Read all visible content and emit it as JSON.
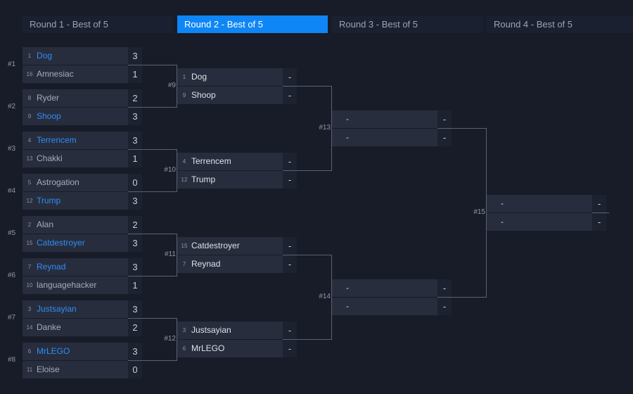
{
  "rounds": [
    {
      "label": "Round 1 - Best of 5",
      "active": false
    },
    {
      "label": "Round 2 - Best of 5",
      "active": true
    },
    {
      "label": "Round 3 - Best of 5",
      "active": false
    },
    {
      "label": "Round 4 - Best of 5",
      "active": false
    }
  ],
  "matches": [
    {
      "label": "#1",
      "round": 0,
      "slot": 0,
      "players": [
        {
          "seed": "1",
          "name": "Dog",
          "score": "3",
          "winner": true
        },
        {
          "seed": "16",
          "name": "Amnesiac",
          "score": "1",
          "winner": false
        }
      ]
    },
    {
      "label": "#2",
      "round": 0,
      "slot": 1,
      "players": [
        {
          "seed": "8",
          "name": "Ryder",
          "score": "2",
          "winner": false
        },
        {
          "seed": "9",
          "name": "Shoop",
          "score": "3",
          "winner": true
        }
      ]
    },
    {
      "label": "#3",
      "round": 0,
      "slot": 2,
      "players": [
        {
          "seed": "4",
          "name": "Terrencem",
          "score": "3",
          "winner": true
        },
        {
          "seed": "13",
          "name": "Chakki",
          "score": "1",
          "winner": false
        }
      ]
    },
    {
      "label": "#4",
      "round": 0,
      "slot": 3,
      "players": [
        {
          "seed": "5",
          "name": "Astrogation",
          "score": "0",
          "winner": false
        },
        {
          "seed": "12",
          "name": "Trump",
          "score": "3",
          "winner": true
        }
      ]
    },
    {
      "label": "#5",
      "round": 0,
      "slot": 4,
      "players": [
        {
          "seed": "2",
          "name": "Alan",
          "score": "2",
          "winner": false
        },
        {
          "seed": "15",
          "name": "Catdestroyer",
          "score": "3",
          "winner": true
        }
      ]
    },
    {
      "label": "#6",
      "round": 0,
      "slot": 5,
      "players": [
        {
          "seed": "7",
          "name": "Reynad",
          "score": "3",
          "winner": true
        },
        {
          "seed": "10",
          "name": "languagehacker",
          "score": "1",
          "winner": false
        }
      ]
    },
    {
      "label": "#7",
      "round": 0,
      "slot": 6,
      "players": [
        {
          "seed": "3",
          "name": "Justsayian",
          "score": "3",
          "winner": true
        },
        {
          "seed": "14",
          "name": "Danke",
          "score": "2",
          "winner": false
        }
      ]
    },
    {
      "label": "#8",
      "round": 0,
      "slot": 7,
      "players": [
        {
          "seed": "6",
          "name": "MrLEGO",
          "score": "3",
          "winner": true
        },
        {
          "seed": "11",
          "name": "Eloise",
          "score": "0",
          "winner": false
        }
      ]
    },
    {
      "label": "#9",
      "round": 1,
      "slot": 0,
      "players": [
        {
          "seed": "1",
          "name": "Dog",
          "score": "-",
          "winner": false
        },
        {
          "seed": "9",
          "name": "Shoop",
          "score": "-",
          "winner": false
        }
      ]
    },
    {
      "label": "#10",
      "round": 1,
      "slot": 1,
      "players": [
        {
          "seed": "4",
          "name": "Terrencem",
          "score": "-",
          "winner": false
        },
        {
          "seed": "12",
          "name": "Trump",
          "score": "-",
          "winner": false
        }
      ]
    },
    {
      "label": "#11",
      "round": 1,
      "slot": 2,
      "players": [
        {
          "seed": "15",
          "name": "Catdestroyer",
          "score": "-",
          "winner": false
        },
        {
          "seed": "7",
          "name": "Reynad",
          "score": "-",
          "winner": false
        }
      ]
    },
    {
      "label": "#12",
      "round": 1,
      "slot": 3,
      "players": [
        {
          "seed": "3",
          "name": "Justsayian",
          "score": "-",
          "winner": false
        },
        {
          "seed": "6",
          "name": "MrLEGO",
          "score": "-",
          "winner": false
        }
      ]
    },
    {
      "label": "#13",
      "round": 2,
      "slot": 0,
      "players": [
        {
          "seed": "",
          "name": "-",
          "score": "-",
          "winner": false
        },
        {
          "seed": "",
          "name": "-",
          "score": "-",
          "winner": false
        }
      ]
    },
    {
      "label": "#14",
      "round": 2,
      "slot": 1,
      "players": [
        {
          "seed": "",
          "name": "-",
          "score": "-",
          "winner": false
        },
        {
          "seed": "",
          "name": "-",
          "score": "-",
          "winner": false
        }
      ]
    },
    {
      "label": "#15",
      "round": 3,
      "slot": 0,
      "players": [
        {
          "seed": "",
          "name": "-",
          "score": "-",
          "winner": false
        },
        {
          "seed": "",
          "name": "-",
          "score": "-",
          "winner": false
        }
      ]
    }
  ]
}
